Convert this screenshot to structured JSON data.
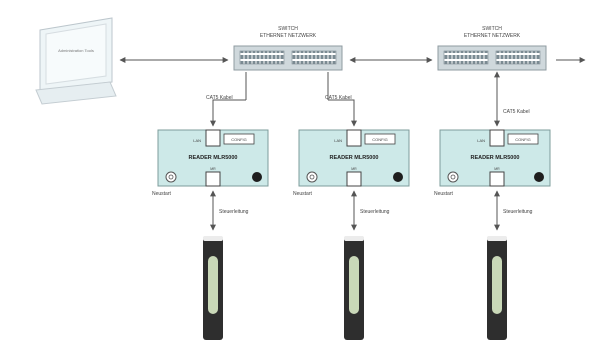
{
  "workstation": {
    "screen_text": "Administration Tools"
  },
  "switches": [
    {
      "title_line1": "SWITCH",
      "title_line2": "ETHERNET NETZWERK"
    },
    {
      "title_line1": "SWITCH",
      "title_line2": "ETHERNET NETZWERK"
    }
  ],
  "readers": [
    {
      "name": "READER MLR5000",
      "lan_label": "LAN",
      "config_label": "CONFIG",
      "port_label": "MR",
      "cable_label": "CAT5 Kabel",
      "reset_label": "Neustart",
      "control_label": "Steuerleitung"
    },
    {
      "name": "READER MLR5000",
      "lan_label": "LAN",
      "config_label": "CONFIG",
      "port_label": "MR",
      "cable_label": "CAT5 Kabel",
      "reset_label": "Neustart",
      "control_label": "Steuerleitung"
    },
    {
      "name": "READER MLR5000",
      "lan_label": "LAN",
      "config_label": "CONFIG",
      "port_label": "MR",
      "cable_label": "CAT5 Kabel",
      "reset_label": "Neustart",
      "control_label": "Steuerleitung"
    }
  ],
  "colors": {
    "reader_fill": "#cde9e8",
    "switch_fill": "#cfd8dc",
    "line": "#555555",
    "device_dark": "#2e2e2e",
    "device_window": "#c9d8b8"
  }
}
